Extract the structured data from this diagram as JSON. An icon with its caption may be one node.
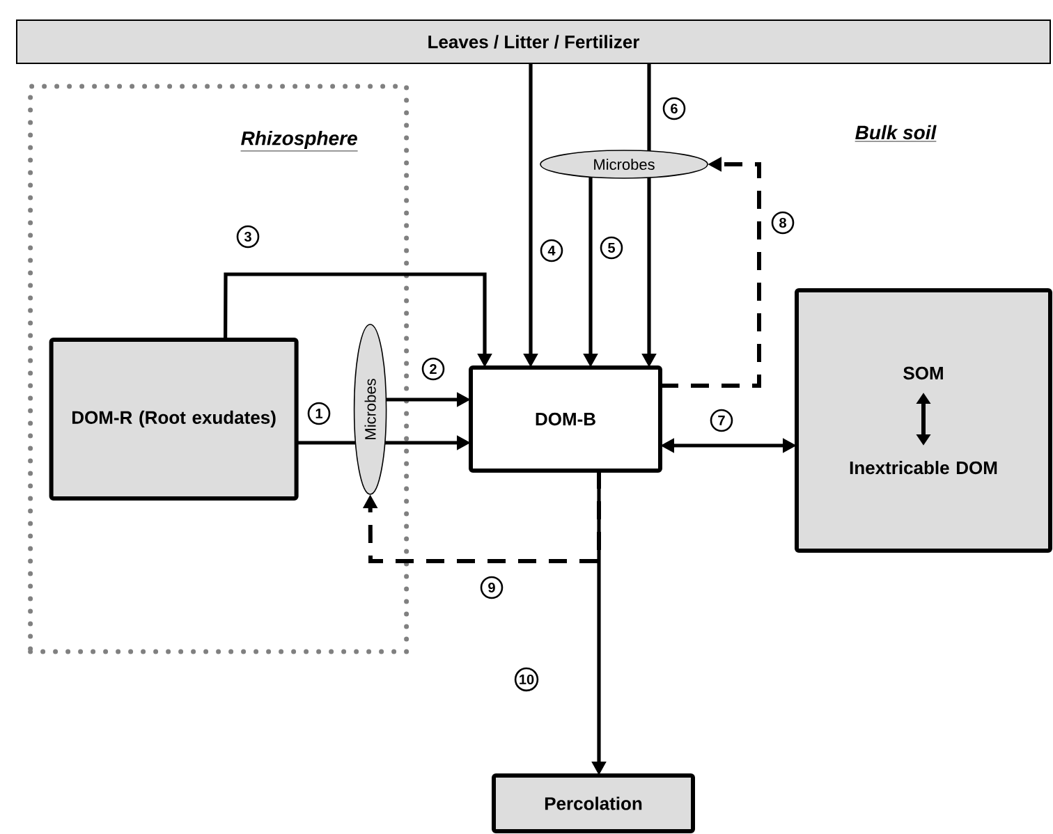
{
  "diagram": {
    "nodes": [
      {
        "text": [
          "Leaves / Litter / Fertilizer"
        ]
      },
      {
        "text": [
          "Rhizosphere"
        ]
      },
      {
        "text": [
          "DOM-R (Root exudates)"
        ],
        "in": 1
      },
      {
        "text": [
          "Microbes"
        ],
        "in": 1
      },
      {
        "text": [
          "Microbes"
        ]
      },
      {
        "text": [
          "DOM-B"
        ]
      },
      {
        "text": [
          "SOM",
          "Inextricable DOM"
        ]
      },
      {
        "text": [
          "Percolation"
        ]
      }
    ],
    "edges": [
      {
        "from": 2,
        "to": 3,
        "arrow": "none",
        "label": "1"
      },
      {
        "from": 3,
        "to": 5,
        "arrow": "to"
      },
      {
        "from": 3,
        "to": 5,
        "arrow": "to",
        "label": "2"
      },
      {
        "from": 2,
        "to": 5,
        "arrow": "to",
        "label": "3"
      },
      {
        "from": 0,
        "to": 5,
        "arrow": "to",
        "label": "4"
      },
      {
        "from": 4,
        "to": 5,
        "arrow": "to",
        "label": "5"
      },
      {
        "from": 0,
        "to": 4,
        "arrow": "none",
        "label": "6"
      },
      {
        "from": 4,
        "to": 5,
        "arrow": "to"
      },
      {
        "from": 5,
        "to": 6,
        "arrow": "both",
        "label": "7"
      },
      {
        "from": 5,
        "to": 4,
        "arrow": "to",
        "style": "dashed",
        "label": "8"
      },
      {
        "from": 5,
        "to": 3,
        "arrow": "to",
        "style": "dashed",
        "label": "9"
      },
      {
        "from": 5,
        "to": 7,
        "arrow": "to",
        "label": "10"
      }
    ],
    "labels": [
      "Bulk soil"
    ]
  }
}
